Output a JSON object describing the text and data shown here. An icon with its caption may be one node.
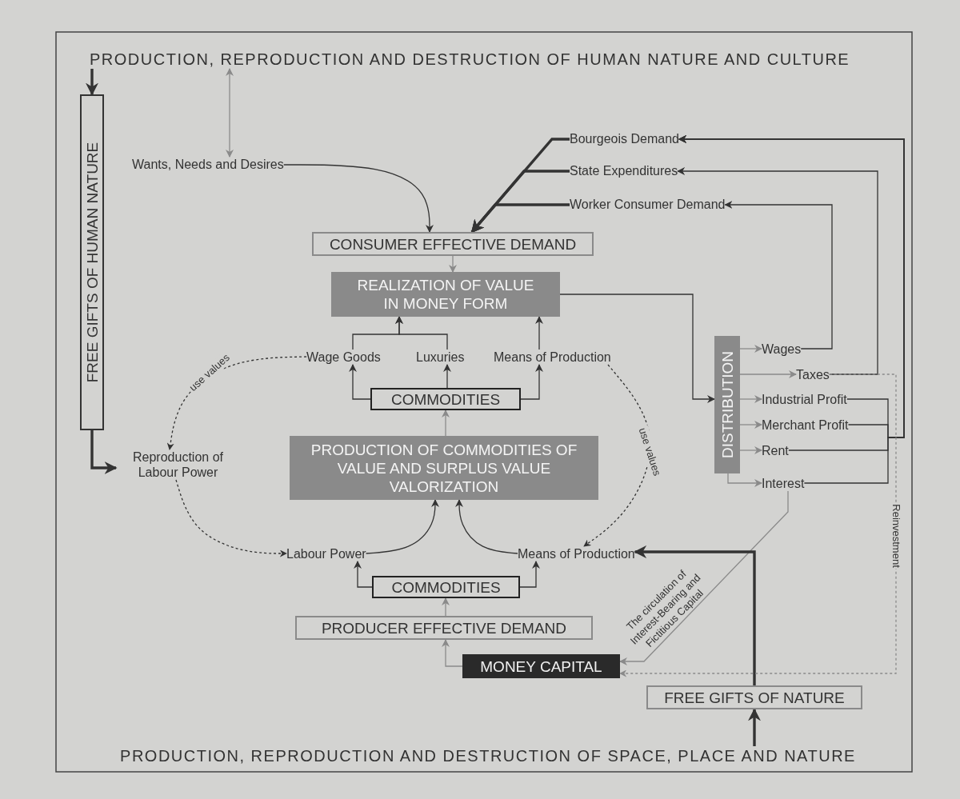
{
  "diagram": {
    "nodes": [
      {
        "text": [
          "PRODUCTION, REPRODUCTION AND DESTRUCTION OF HUMAN NATURE AND CULTURE"
        ]
      },
      {
        "text": [
          "FREE GIFTS OF HUMAN NATURE"
        ]
      },
      {
        "text": [
          "Wants, Needs and Desires"
        ]
      },
      {
        "text": [
          "Bourgeois Demand"
        ]
      },
      {
        "text": [
          "State Expenditures"
        ]
      },
      {
        "text": [
          "Worker Consumer Demand"
        ]
      },
      {
        "text": [
          "CONSUMER EFFECTIVE DEMAND"
        ]
      },
      {
        "text": [
          "REALIZATION OF VALUE IN MONEY FORM"
        ]
      },
      {
        "text": [
          "Wage Goods"
        ]
      },
      {
        "text": [
          "Luxuries"
        ]
      },
      {
        "text": [
          "Means of Production"
        ]
      },
      {
        "text": [
          "COMMODITIES"
        ]
      },
      {
        "text": [
          "Reproduction of Labour Power"
        ]
      },
      {
        "text": [
          "PRODUCTION OF COMMODITIES OF VALUE AND SURPLUS VALUE VALORIZATION"
        ]
      },
      {
        "text": [
          "Labour Power"
        ]
      },
      {
        "text": [
          "Means of Production"
        ]
      },
      {
        "text": [
          "COMMODITIES"
        ]
      },
      {
        "text": [
          "PRODUCER EFFECTIVE DEMAND"
        ]
      },
      {
        "text": [
          "MONEY CAPITAL"
        ]
      },
      {
        "text": [
          "DISTRIBUTION"
        ]
      },
      {
        "text": [
          "Wages"
        ]
      },
      {
        "text": [
          "Taxes"
        ]
      },
      {
        "text": [
          "Industrial Profit"
        ]
      },
      {
        "text": [
          "Merchant Profit"
        ]
      },
      {
        "text": [
          "Rent"
        ]
      },
      {
        "text": [
          "Interest"
        ]
      },
      {
        "text": [
          "FREE GIFTS OF NATURE"
        ]
      },
      {
        "text": [
          "PRODUCTION, REPRODUCTION AND DESTRUCTION OF SPACE, PLACE AND NATURE"
        ]
      }
    ],
    "edges": [
      {
        "from": 0,
        "to": 1,
        "arrow": "to",
        "style": "thick"
      },
      {
        "from": 0,
        "to": 2,
        "arrow": "both",
        "color": "#8a8a8a"
      },
      {
        "from": 2,
        "to": 6,
        "arrow": "to"
      },
      {
        "from": 3,
        "to": 6,
        "arrow": "to",
        "style": "thick"
      },
      {
        "from": 4,
        "to": 6,
        "arrow": "to",
        "style": "thick"
      },
      {
        "from": 5,
        "to": 6,
        "arrow": "to",
        "style": "thick"
      },
      {
        "from": 6,
        "to": 7,
        "arrow": "to",
        "color": "#8a8a8a"
      },
      {
        "from": 8,
        "to": 7,
        "arrow": "to"
      },
      {
        "from": 9,
        "to": 7,
        "arrow": "to"
      },
      {
        "from": 10,
        "to": 7,
        "arrow": "to"
      },
      {
        "from": 11,
        "to": 8,
        "arrow": "to"
      },
      {
        "from": 11,
        "to": 9,
        "arrow": "to"
      },
      {
        "from": 11,
        "to": 10,
        "arrow": "to"
      },
      {
        "from": 13,
        "to": 11,
        "arrow": "to",
        "color": "#8a8a8a"
      },
      {
        "from": 7,
        "to": 19,
        "arrow": "to"
      },
      {
        "from": 19,
        "to": 20,
        "arrow": "to",
        "color": "#8a8a8a"
      },
      {
        "from": 19,
        "to": 21,
        "arrow": "to",
        "color": "#8a8a8a"
      },
      {
        "from": 19,
        "to": 22,
        "arrow": "to",
        "color": "#8a8a8a"
      },
      {
        "from": 19,
        "to": 23,
        "arrow": "to",
        "color": "#8a8a8a"
      },
      {
        "from": 19,
        "to": 24,
        "arrow": "to",
        "color": "#8a8a8a"
      },
      {
        "from": 19,
        "to": 25,
        "arrow": "to",
        "color": "#8a8a8a"
      },
      {
        "from": 20,
        "to": 5,
        "arrow": "to"
      },
      {
        "from": 21,
        "to": 4,
        "arrow": "to"
      },
      {
        "from": 22,
        "to": 3,
        "arrow": "to"
      },
      {
        "from": 23,
        "to": 3,
        "arrow": "to"
      },
      {
        "from": 24,
        "to": 3,
        "arrow": "to"
      },
      {
        "from": 25,
        "to": 3,
        "arrow": "to"
      },
      {
        "from": 25,
        "to": 18,
        "arrow": "to",
        "label": "The circulation of Interest-Bearing and Fictitious Capital",
        "color": "#8a8a8a"
      },
      {
        "from": 26,
        "to": 15,
        "arrow": "to",
        "style": "thick"
      },
      {
        "from": 27,
        "to": 26,
        "arrow": "to",
        "style": "thick"
      },
      {
        "from": 21,
        "to": 18,
        "arrow": "to",
        "label": "Reinvestment",
        "style": "dashed",
        "color": "#8a8a8a"
      },
      {
        "from": 1,
        "to": 12,
        "arrow": "to",
        "style": "thick"
      },
      {
        "from": 8,
        "to": 12,
        "arrow": "to",
        "label": "use values",
        "style": "dashed"
      },
      {
        "from": 12,
        "to": 14,
        "arrow": "to",
        "style": "dashed"
      },
      {
        "from": 10,
        "to": 15,
        "arrow": "to",
        "label": "use values",
        "style": "dashed"
      },
      {
        "from": 14,
        "to": 13,
        "arrow": "to"
      },
      {
        "from": 15,
        "to": 13,
        "arrow": "to"
      },
      {
        "from": 16,
        "to": 14,
        "arrow": "to"
      },
      {
        "from": 16,
        "to": 15,
        "arrow": "to"
      },
      {
        "from": 17,
        "to": 16,
        "arrow": "to",
        "color": "#8a8a8a"
      },
      {
        "from": 18,
        "to": 17,
        "arrow": "to",
        "color": "#8a8a8a"
      }
    ]
  }
}
